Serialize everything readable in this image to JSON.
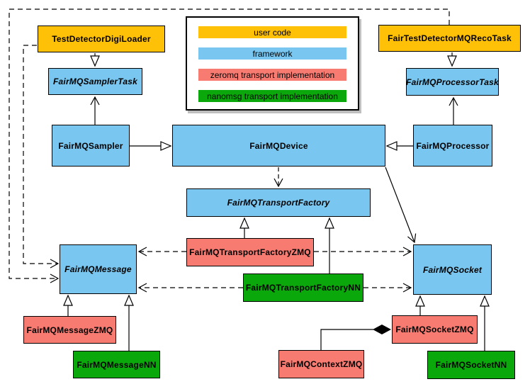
{
  "colors": {
    "user_code": "#FFC107",
    "framework": "#79C7F0",
    "zeromq": "#F87B72",
    "nanomsg": "#0BA80B",
    "line": "#000000",
    "background": "#FFFFFF"
  },
  "legend": {
    "items": [
      {
        "label": "user code",
        "color_key": "user_code"
      },
      {
        "label": "framework",
        "color_key": "framework"
      },
      {
        "label": "zeromq transport implementation",
        "color_key": "zeromq"
      },
      {
        "label": "nanomsg transport implementation",
        "color_key": "nanomsg"
      }
    ]
  },
  "classes": {
    "TestDetectorDigiLoader": {
      "label": "TestDetectorDigiLoader",
      "category": "user_code",
      "abstract": false
    },
    "FairTestDetectorMQRecoTask": {
      "label": "FairTestDetectorMQRecoTask",
      "category": "user_code",
      "abstract": false
    },
    "FairMQSamplerTask": {
      "label": "FairMQSamplerTask",
      "category": "framework",
      "abstract": true
    },
    "FairMQProcessorTask": {
      "label": "FairMQProcessorTask",
      "category": "framework",
      "abstract": true
    },
    "FairMQSampler": {
      "label": "FairMQSampler",
      "category": "framework",
      "abstract": false
    },
    "FairMQDevice": {
      "label": "FairMQDevice",
      "category": "framework",
      "abstract": false
    },
    "FairMQProcessor": {
      "label": "FairMQProcessor",
      "category": "framework",
      "abstract": false
    },
    "FairMQTransportFactory": {
      "label": "FairMQTransportFactory",
      "category": "framework",
      "abstract": true
    },
    "FairMQTransportFactoryZMQ": {
      "label": "FairMQTransportFactoryZMQ",
      "category": "zeromq",
      "abstract": false
    },
    "FairMQTransportFactoryNN": {
      "label": "FairMQTransportFactoryNN",
      "category": "nanomsg",
      "abstract": false
    },
    "FairMQMessage": {
      "label": "FairMQMessage",
      "category": "framework",
      "abstract": true
    },
    "FairMQSocket": {
      "label": "FairMQSocket",
      "category": "framework",
      "abstract": true
    },
    "FairMQMessageZMQ": {
      "label": "FairMQMessageZMQ",
      "category": "zeromq",
      "abstract": false
    },
    "FairMQMessageNN": {
      "label": "FairMQMessageNN",
      "category": "nanomsg",
      "abstract": false
    },
    "FairMQSocketZMQ": {
      "label": "FairMQSocketZMQ",
      "category": "zeromq",
      "abstract": false
    },
    "FairMQSocketNN": {
      "label": "FairMQSocketNN",
      "category": "nanomsg",
      "abstract": false
    },
    "FairMQContextZMQ": {
      "label": "FairMQContextZMQ",
      "category": "zeromq",
      "abstract": false
    }
  },
  "relations": [
    {
      "from": "TestDetectorDigiLoader",
      "to": "FairMQSamplerTask",
      "type": "inheritance"
    },
    {
      "from": "FairTestDetectorMQRecoTask",
      "to": "FairMQProcessorTask",
      "type": "inheritance"
    },
    {
      "from": "FairMQSampler",
      "to": "FairMQSamplerTask",
      "type": "association"
    },
    {
      "from": "FairMQProcessor",
      "to": "FairMQProcessorTask",
      "type": "association"
    },
    {
      "from": "FairMQSampler",
      "to": "FairMQDevice",
      "type": "inheritance"
    },
    {
      "from": "FairMQProcessor",
      "to": "FairMQDevice",
      "type": "inheritance"
    },
    {
      "from": "FairMQDevice",
      "to": "FairMQTransportFactory",
      "type": "dependency"
    },
    {
      "from": "FairMQDevice",
      "to": "FairMQSocket",
      "type": "association"
    },
    {
      "from": "FairMQTransportFactoryZMQ",
      "to": "FairMQTransportFactory",
      "type": "inheritance"
    },
    {
      "from": "FairMQTransportFactoryNN",
      "to": "FairMQTransportFactory",
      "type": "inheritance"
    },
    {
      "from": "FairMQTransportFactoryZMQ",
      "to": "FairMQMessage",
      "type": "dependency"
    },
    {
      "from": "FairMQTransportFactoryZMQ",
      "to": "FairMQSocket",
      "type": "dependency"
    },
    {
      "from": "FairMQTransportFactoryNN",
      "to": "FairMQMessage",
      "type": "dependency"
    },
    {
      "from": "FairMQTransportFactoryNN",
      "to": "FairMQSocket",
      "type": "dependency"
    },
    {
      "from": "TestDetectorDigiLoader",
      "to": "FairMQMessage",
      "type": "dependency"
    },
    {
      "from": "FairTestDetectorMQRecoTask",
      "to": "FairMQMessage",
      "type": "dependency"
    },
    {
      "from": "FairMQMessageZMQ",
      "to": "FairMQMessage",
      "type": "inheritance"
    },
    {
      "from": "FairMQMessageNN",
      "to": "FairMQMessage",
      "type": "inheritance"
    },
    {
      "from": "FairMQSocketZMQ",
      "to": "FairMQSocket",
      "type": "inheritance"
    },
    {
      "from": "FairMQSocketNN",
      "to": "FairMQSocket",
      "type": "inheritance"
    },
    {
      "from": "FairMQContextZMQ",
      "to": "FairMQSocketZMQ",
      "type": "composition"
    }
  ]
}
